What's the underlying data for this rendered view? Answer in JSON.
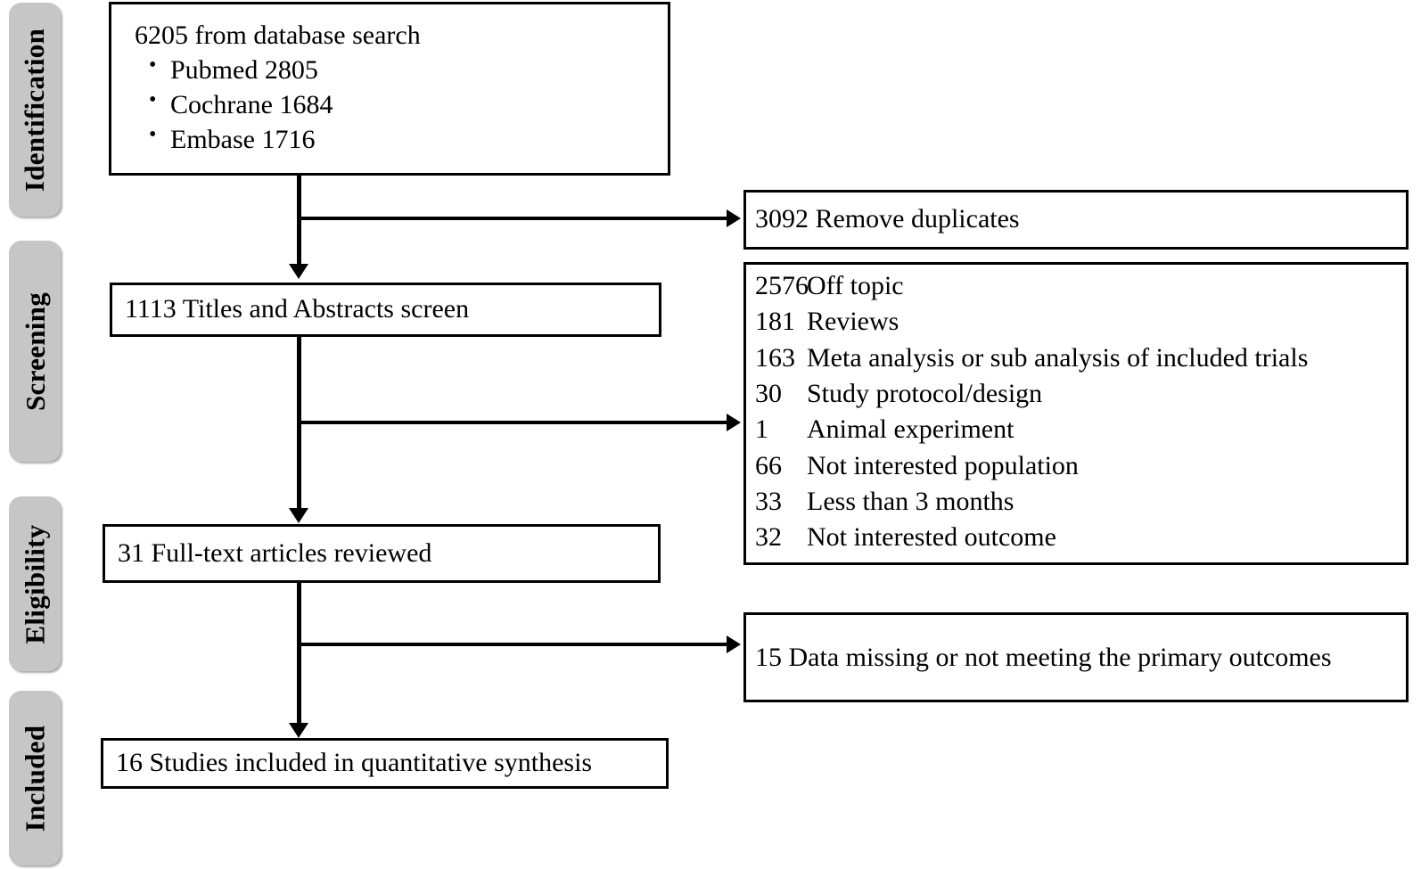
{
  "diagram": {
    "title": "PRISMA study selection flow diagram",
    "stages": [
      {
        "id": "identification",
        "label": "Identification"
      },
      {
        "id": "screening",
        "label": "Screening"
      },
      {
        "id": "eligibility",
        "label": "Eligibility"
      },
      {
        "id": "included",
        "label": "Included"
      }
    ],
    "flow_boxes": {
      "records_identified": {
        "lead": "6205 from database search",
        "sources": [
          "Pubmed 2805",
          "Cochrane 1684",
          "Embase 1716"
        ]
      },
      "titles_abstracts_screened": {
        "text": "1113 Titles and Abstracts screen"
      },
      "fulltext_reviewed": {
        "text": "31 Full-text articles reviewed"
      },
      "studies_included": {
        "text": "16 Studies included in quantitative synthesis"
      }
    },
    "exclusion_boxes": {
      "duplicates": {
        "text": "3092 Remove duplicates"
      },
      "screening_exclusions": {
        "reasons": [
          {
            "count": "2576",
            "reason": "Off topic"
          },
          {
            "count": "181",
            "reason": "Reviews"
          },
          {
            "count": "163",
            "reason": "Meta analysis or sub analysis of included trials"
          },
          {
            "count": "30",
            "reason": "Study protocol/design"
          },
          {
            "count": "1",
            "reason": "Animal experiment"
          },
          {
            "count": "66",
            "reason": "Not interested population"
          },
          {
            "count": "33",
            "reason": "Less than 3 months"
          },
          {
            "count": "32",
            "reason": "Not interested outcome"
          }
        ]
      },
      "fulltext_exclusions": {
        "text": "15  Data missing or not meeting the primary outcomes"
      }
    },
    "colors": {
      "badge_fill": "#c6c6c6",
      "box_border": "#000000",
      "background": "#ffffff",
      "text": "#000000"
    }
  }
}
